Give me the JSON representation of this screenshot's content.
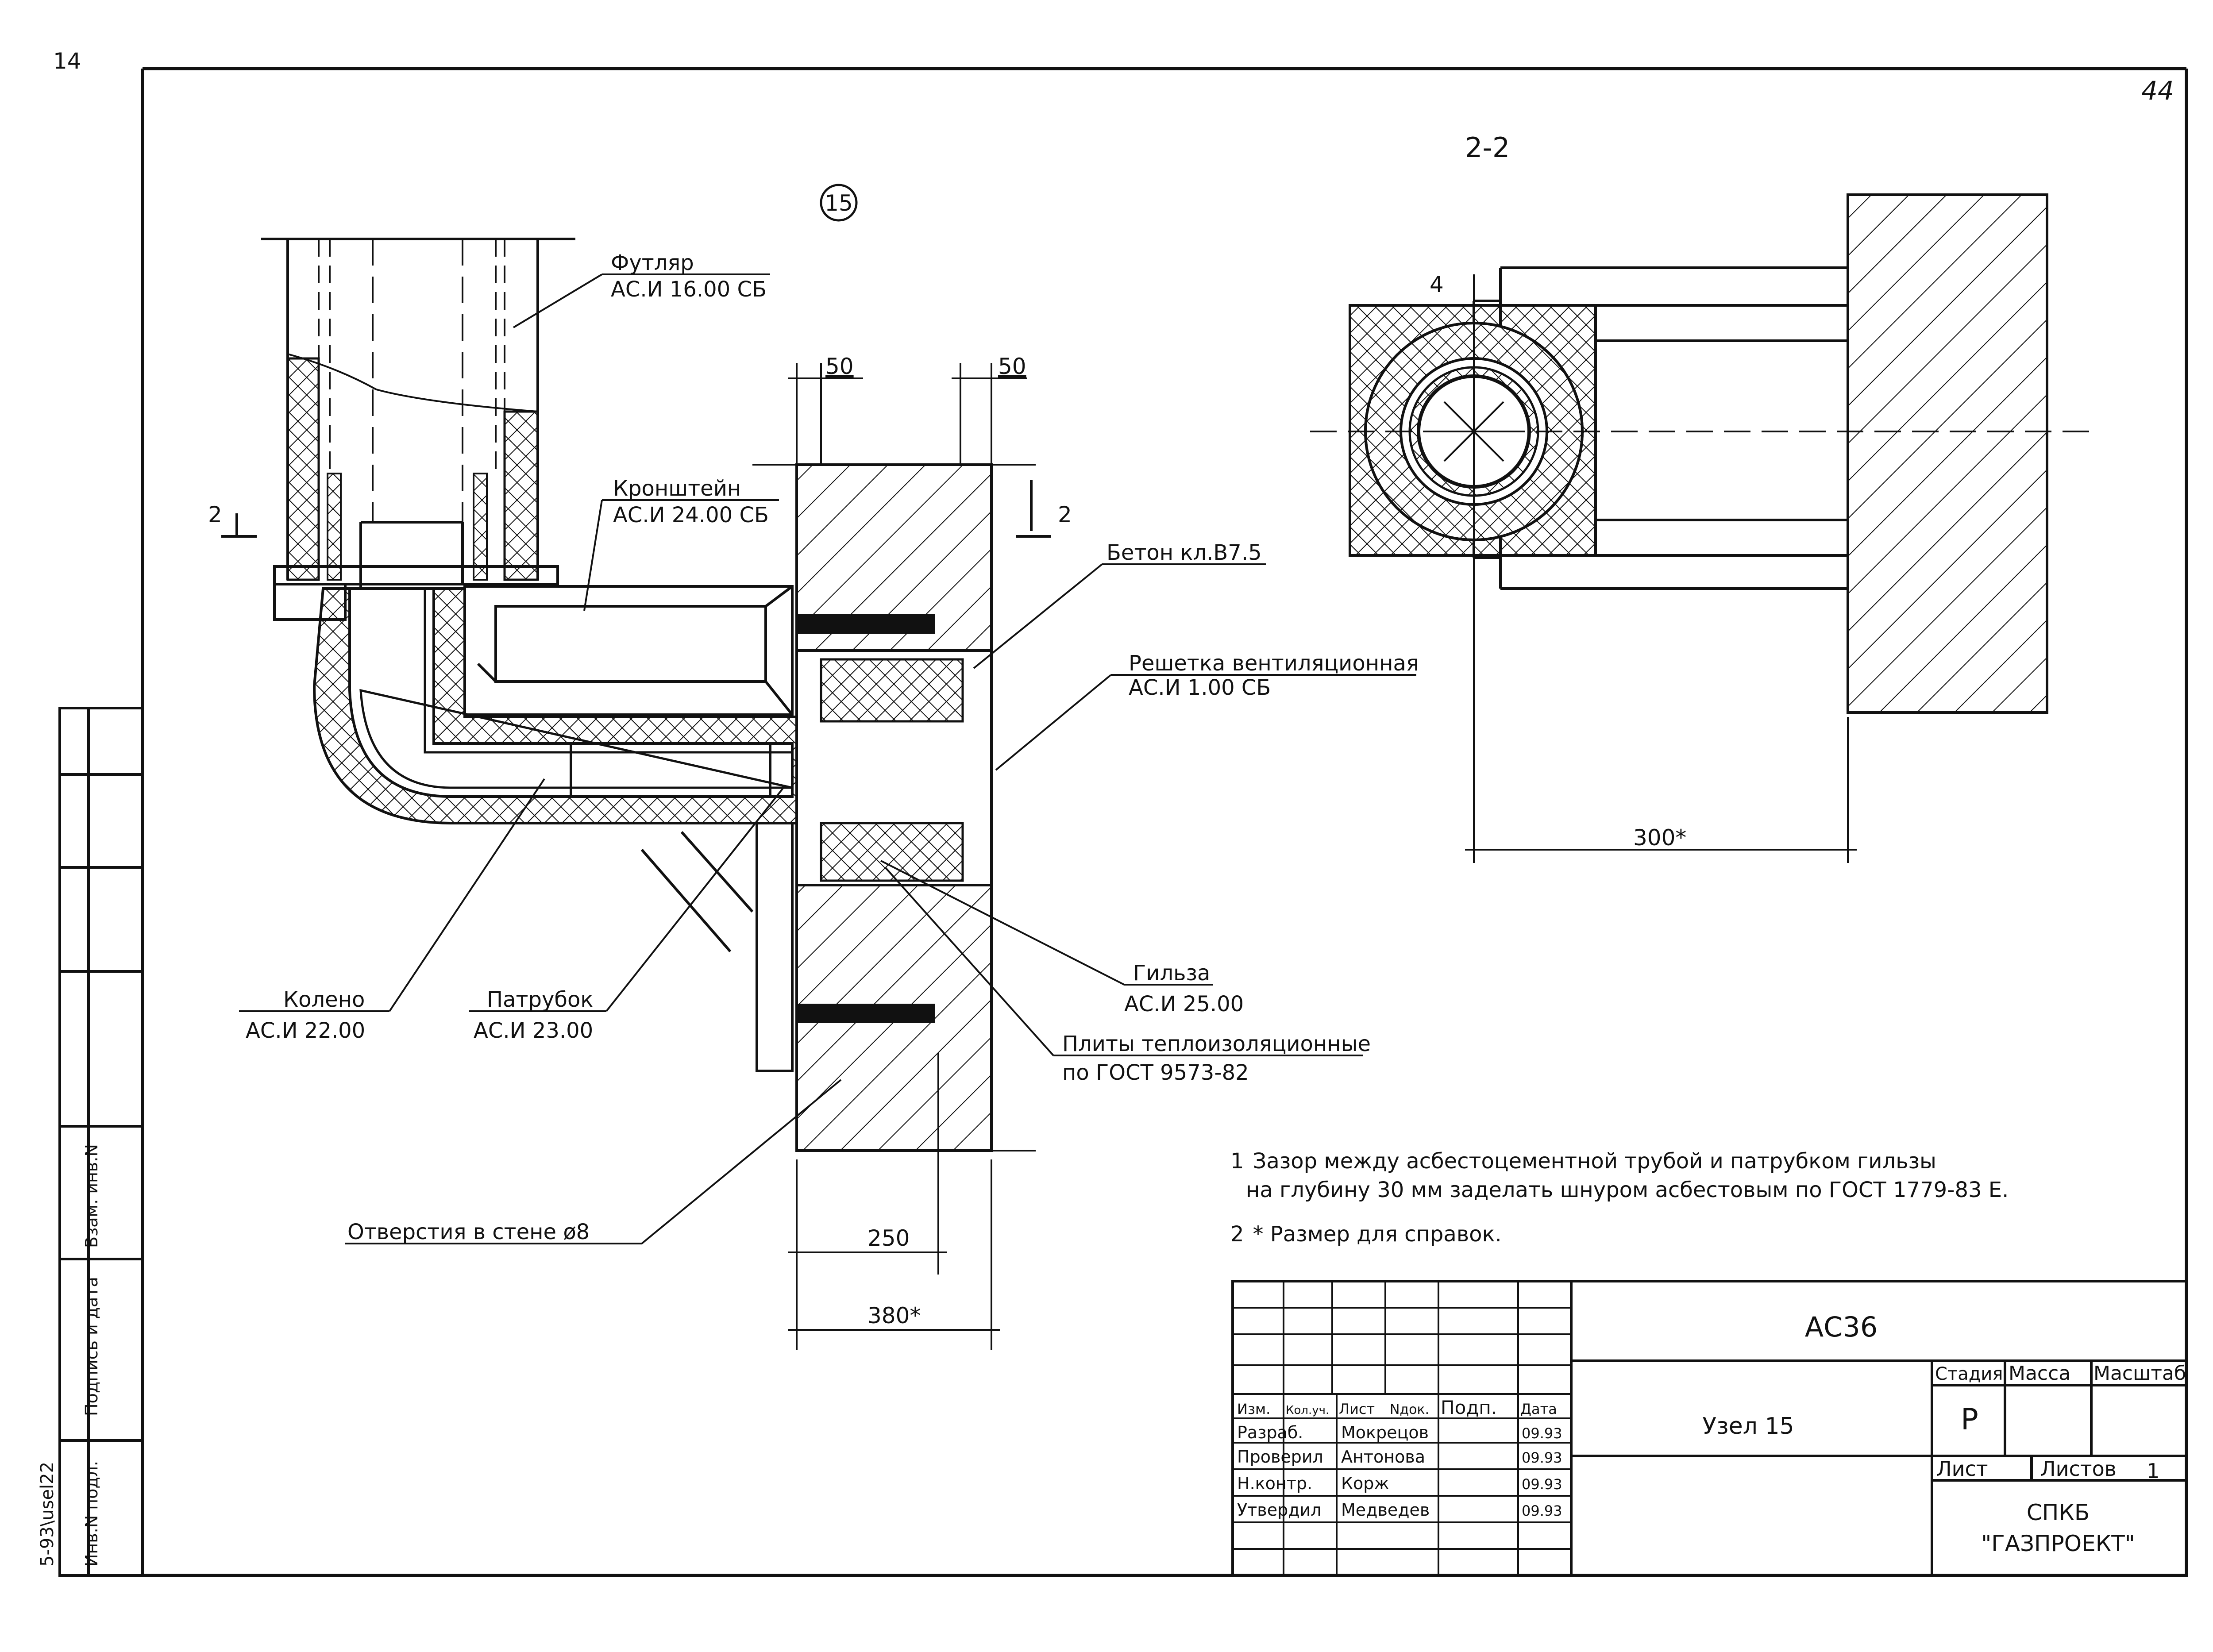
{
  "page_marks": {
    "corner_top_left": "14",
    "sheet_number_top_right": "44"
  },
  "node_marker": "15",
  "section_label": "2-2",
  "section_arrow_label": "2",
  "section_2_2": {
    "callout": "4",
    "dimension": "300*"
  },
  "labels": {
    "futlyar": {
      "name": "Футляр",
      "ref": "АС.И 16.00 СБ"
    },
    "kronshtein": {
      "name": "Кронштейн",
      "ref": "АС.И 24.00 СБ"
    },
    "beton": {
      "name": "Бетон кл.В7.5"
    },
    "reshetka": {
      "name": "Решетка вентиляционная",
      "ref": "АС.И 1.00 СБ"
    },
    "gilza": {
      "name": "Гильза",
      "ref": "АС.И 25.00"
    },
    "plity": {
      "name": "Плиты теплоизоляционные",
      "ref": "по ГОСТ 9573-82"
    },
    "koleno": {
      "name": "Колено",
      "ref": "АС.И 22.00"
    },
    "patrubok": {
      "name": "Патрубок",
      "ref": "АС.И 23.00"
    },
    "otverstiya": {
      "name": "Отверстия в стене ø8"
    }
  },
  "dimensions": {
    "d50a": "50",
    "d50b": "50",
    "d250": "250",
    "d380": "380*"
  },
  "notes": [
    {
      "num": "1",
      "line1": "Зазор между асбестоцементной трубой и патрубком гильзы",
      "line2": "на глубину 30 мм заделать шнуром асбестовым по ГОСТ 1779-83 Е."
    },
    {
      "num": "2",
      "line1": "* Размер для справок."
    }
  ],
  "side_stamp": {
    "col1": "5-93\\usel22",
    "inv_podl": "Инв.N подл.",
    "podpis_data": "Подпись и дата",
    "vzam_inv": "Взам. инв.N"
  },
  "title_block": {
    "doc_code": "АС36",
    "title": "Узел 15",
    "headers": {
      "izm": "Изм.",
      "kol": "Кол.уч.",
      "list": "Лист",
      "ndok": "Nдок.",
      "podp": "Подп.",
      "data": "Дата"
    },
    "rows": [
      {
        "role": "Разраб.",
        "name": "Мокрецов",
        "date": "09.93"
      },
      {
        "role": "Проверил",
        "name": "Антонова",
        "date": "09.93"
      },
      {
        "role": "Н.контр.",
        "name": "Корж",
        "date": "09.93"
      },
      {
        "role": "Утвердил",
        "name": "Медведев",
        "date": "09.93"
      }
    ],
    "stage_header": "Стадия",
    "mass_header": "Масса",
    "scale_header": "Масштаб",
    "stage_value": "Р",
    "sheet_label": "Лист",
    "sheets_label": "Листов",
    "sheets_value": "1",
    "org_line1": "СПКБ",
    "org_line2": "\"ГАЗПРОЕКТ\""
  }
}
